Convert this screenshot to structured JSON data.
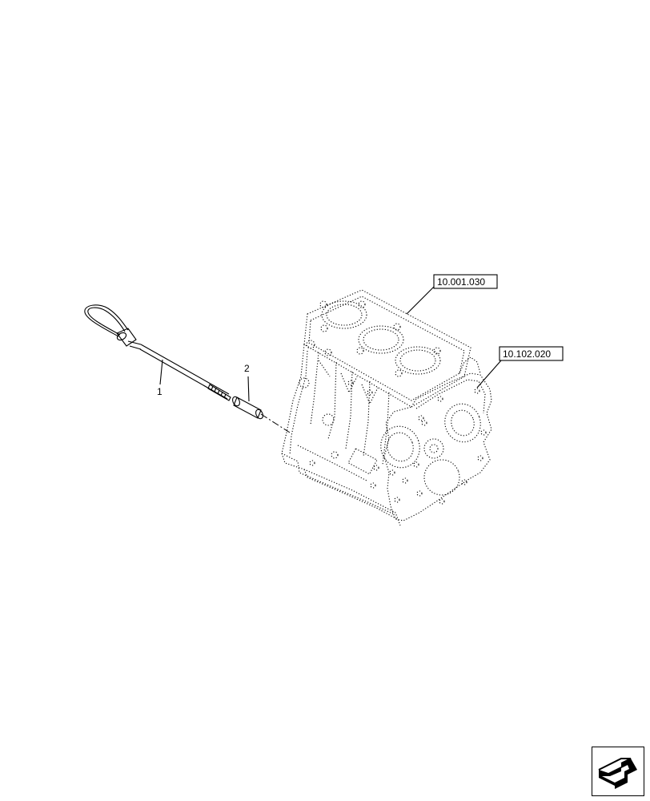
{
  "callouts": {
    "item_1": "1",
    "item_2": "2"
  },
  "references": {
    "ref_block": "10.001.030",
    "ref_cover": "10.102.020"
  },
  "nav": {
    "icon": "next-page-arrow-icon"
  }
}
